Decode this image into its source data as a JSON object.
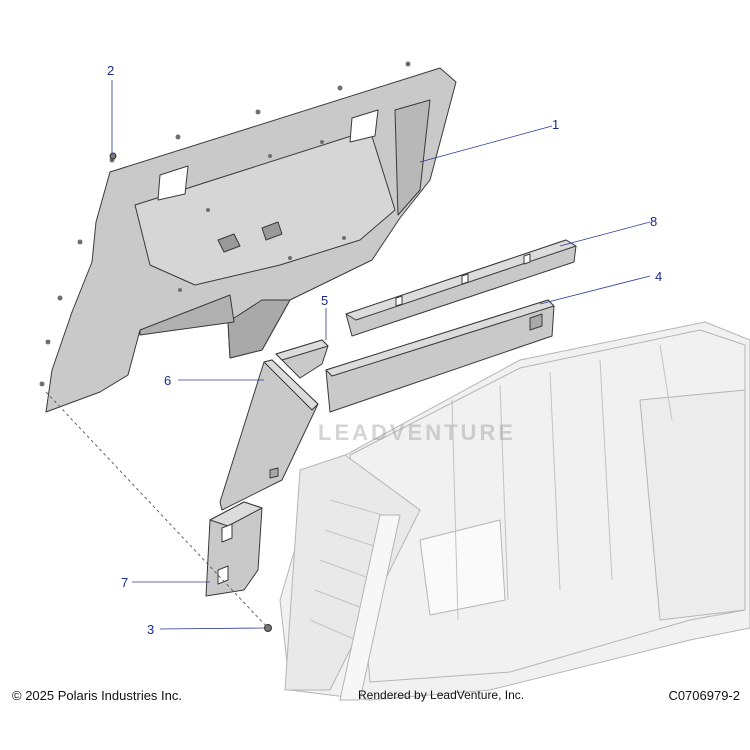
{
  "callouts": [
    {
      "label": "1"
    },
    {
      "label": "2"
    },
    {
      "label": "3"
    },
    {
      "label": "4"
    },
    {
      "label": "5"
    },
    {
      "label": "6"
    },
    {
      "label": "7"
    },
    {
      "label": "8"
    }
  ],
  "footer": {
    "copyright": "© 2025 Polaris Industries Inc.",
    "rendered_by": "Rendered by LeadVenture, Inc.",
    "diagram_code": "C0706979-2"
  },
  "watermark": {
    "text": "LEADVENTURE"
  },
  "colors": {
    "part_fill": "#c9c9c9",
    "part_dark": "#a9a9a9",
    "tub_fill": "#f1f1f1",
    "callout_blue": "#1a2a8a"
  }
}
